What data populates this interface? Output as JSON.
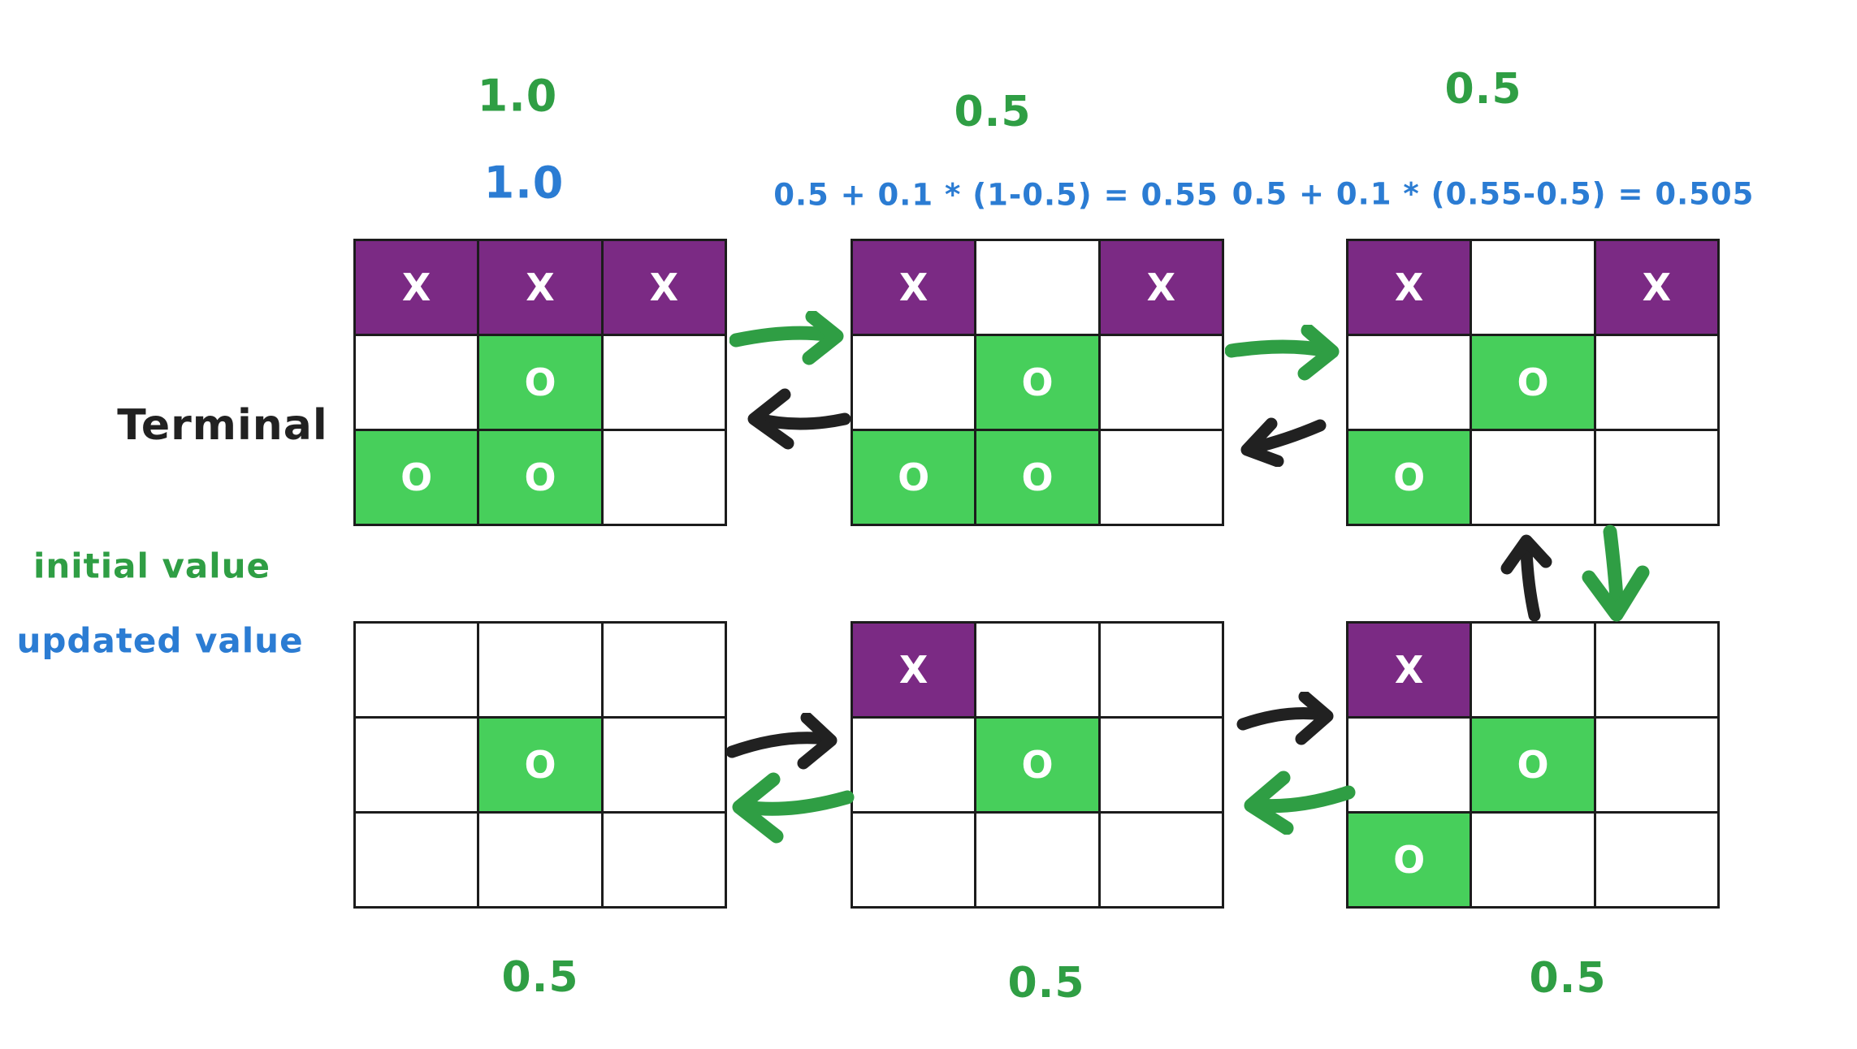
{
  "colors": {
    "background": "#ffffff",
    "x_cell": "#7b2a84",
    "o_cell": "#47cf5b",
    "grid_line": "#1c1c1c",
    "mark_text": "#ffffff",
    "green_text": "#2f9e44",
    "blue_text": "#2b7cd3",
    "ink": "#212121",
    "arrow_green": "#2f9e44"
  },
  "legend": {
    "terminal": "Terminal",
    "initial_value": "initial value",
    "updated_value": "updated value"
  },
  "top_row": {
    "state1": {
      "initial": "1.0",
      "updated": "1.0"
    },
    "state2": {
      "initial": "0.5",
      "updated": "0.5 + 0.1 * (1-0.5) = 0.55"
    },
    "state3": {
      "initial": "0.5",
      "updated": "0.5 + 0.1 * (0.55-0.5) = 0.505"
    }
  },
  "bottom_row": {
    "state1": {
      "value": "0.5"
    },
    "state2": {
      "value": "0.5"
    },
    "state3": {
      "value": "0.5"
    }
  },
  "boards": {
    "top1": {
      "cells": [
        "X",
        "X",
        "X",
        "",
        "O",
        "",
        "O",
        "O",
        ""
      ]
    },
    "top2": {
      "cells": [
        "X",
        "",
        "X",
        "",
        "O",
        "",
        "O",
        "O",
        ""
      ]
    },
    "top3": {
      "cells": [
        "X",
        "",
        "X",
        "",
        "O",
        "",
        "O",
        "",
        ""
      ]
    },
    "bottom1": {
      "cells": [
        "",
        "",
        "",
        "",
        "O",
        "",
        "",
        "",
        ""
      ]
    },
    "bottom2": {
      "cells": [
        "X",
        "",
        "",
        "",
        "O",
        "",
        "",
        "",
        ""
      ]
    },
    "bottom3": {
      "cells": [
        "X",
        "",
        "",
        "",
        "O",
        "",
        "O",
        "",
        ""
      ]
    }
  },
  "arrows": {
    "top_forward_1": {
      "icon": "arrow-right-icon",
      "color": "green"
    },
    "top_back_1": {
      "icon": "arrow-left-icon",
      "color": "black"
    },
    "top_forward_2": {
      "icon": "arrow-right-icon",
      "color": "green"
    },
    "top_back_2": {
      "icon": "arrow-left-icon",
      "color": "black"
    },
    "col3_up": {
      "icon": "arrow-up-icon",
      "color": "black"
    },
    "col3_down": {
      "icon": "arrow-down-icon",
      "color": "green"
    },
    "bottom_forward_1": {
      "icon": "arrow-right-icon",
      "color": "black"
    },
    "bottom_back_1": {
      "icon": "arrow-left-icon",
      "color": "green"
    },
    "bottom_forward_2": {
      "icon": "arrow-right-icon",
      "color": "black"
    },
    "bottom_back_2": {
      "icon": "arrow-left-icon",
      "color": "green"
    }
  }
}
